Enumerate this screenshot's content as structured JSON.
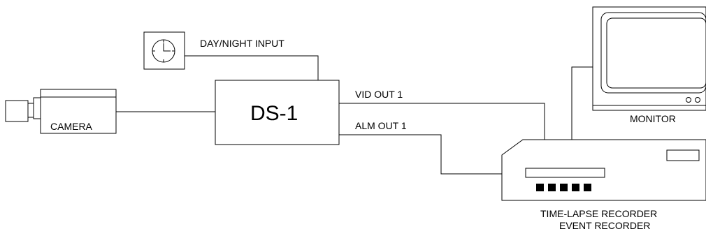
{
  "diagram": {
    "clock_input_label": "DAY/NIGHT INPUT",
    "camera_label": "CAMERA",
    "switcher_label": "DS-1",
    "video_output_label": "VID OUT 1",
    "alarm_output_label": "ALM OUT 1",
    "monitor_label": "MONITOR",
    "recorder_label_line1": "TIME-LAPSE RECORDER",
    "recorder_label_line2": "EVENT RECORDER"
  },
  "colors": {
    "stroke": "#000000",
    "background": "#ffffff"
  }
}
